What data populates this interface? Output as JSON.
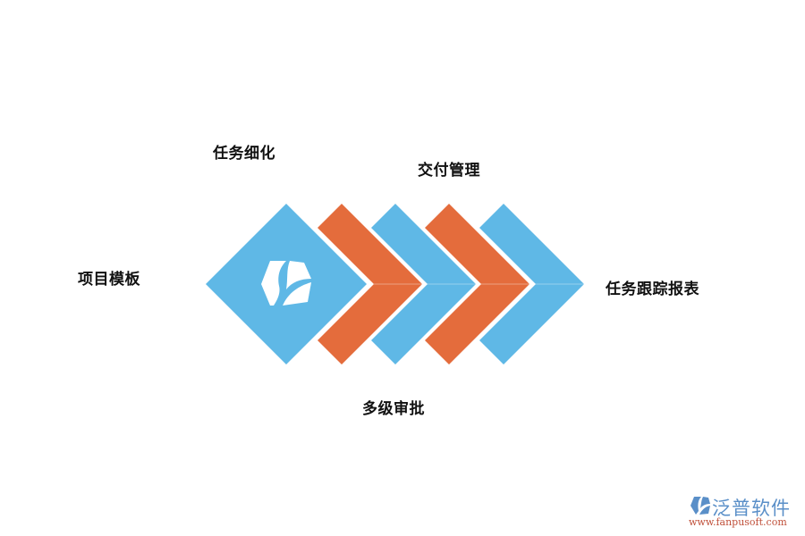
{
  "diagram": {
    "steps": [
      {
        "label": "项目模板",
        "color": "#5fb8e6",
        "shape": "diamond"
      },
      {
        "label": "任务细化",
        "color": "#e46c3c",
        "shape": "chevron"
      },
      {
        "label": "多级审批",
        "color": "#5fb8e6",
        "shape": "chevron"
      },
      {
        "label": "交付管理",
        "color": "#e46c3c",
        "shape": "chevron"
      },
      {
        "label": "任务跟踪报表",
        "color": "#5fb8e6",
        "shape": "chevron"
      }
    ],
    "center_icon": "fanpu-logo-icon",
    "colors": {
      "blue": "#5fb8e6",
      "orange": "#e46c3c",
      "text": "#111111"
    }
  },
  "watermark": {
    "brand": "泛普软件",
    "url": "www.fanpusoft.com",
    "icon": "fanpu-logo-icon"
  }
}
